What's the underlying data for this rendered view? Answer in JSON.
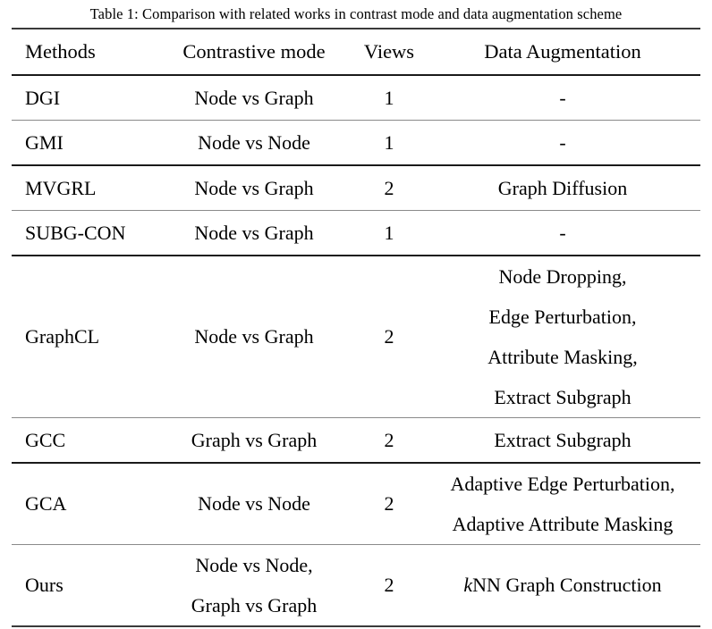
{
  "caption": "Table 1: Comparison with related works in contrast mode and data augmentation scheme",
  "table": {
    "headers": {
      "methods": "Methods",
      "mode": "Contrastive mode",
      "views": "Views",
      "augmentation": "Data Augmentation"
    },
    "rows": [
      {
        "method": "DGI",
        "mode": "Node vs Graph",
        "views": "1",
        "augmentation": "-"
      },
      {
        "method": "GMI",
        "mode": "Node vs Node",
        "views": "1",
        "augmentation": "-"
      },
      {
        "method": "MVGRL",
        "mode": "Node vs Graph",
        "views": "2",
        "augmentation": "Graph Diffusion"
      },
      {
        "method": "SUBG-CON",
        "mode": "Node vs Graph",
        "views": "1",
        "augmentation": "-"
      },
      {
        "method": "GraphCL",
        "mode": "Node vs Graph",
        "views": "2",
        "augmentation_line1": "Node Dropping,",
        "augmentation_line2": "Edge Perturbation,",
        "augmentation_line3": "Attribute Masking,",
        "augmentation_line4": "Extract Subgraph"
      },
      {
        "method": "GCC",
        "mode": "Graph vs Graph",
        "views": "2",
        "augmentation": "Extract Subgraph"
      },
      {
        "method": "GCA",
        "mode": "Node vs Node",
        "views": "2",
        "augmentation_line1": "Adaptive Edge Perturbation,",
        "augmentation_line2": "Adaptive Attribute Masking"
      },
      {
        "method": "Ours",
        "mode_line1": "Node vs Node,",
        "mode_line2": "Graph vs Graph",
        "views": "2",
        "augmentation_italic_prefix": "k",
        "augmentation_rest": "NN Graph Construction"
      }
    ]
  },
  "colors": {
    "text": "#000000",
    "background": "#ffffff",
    "rule_dark": "#1a1a1a",
    "rule_light": "#8a8a8a"
  }
}
